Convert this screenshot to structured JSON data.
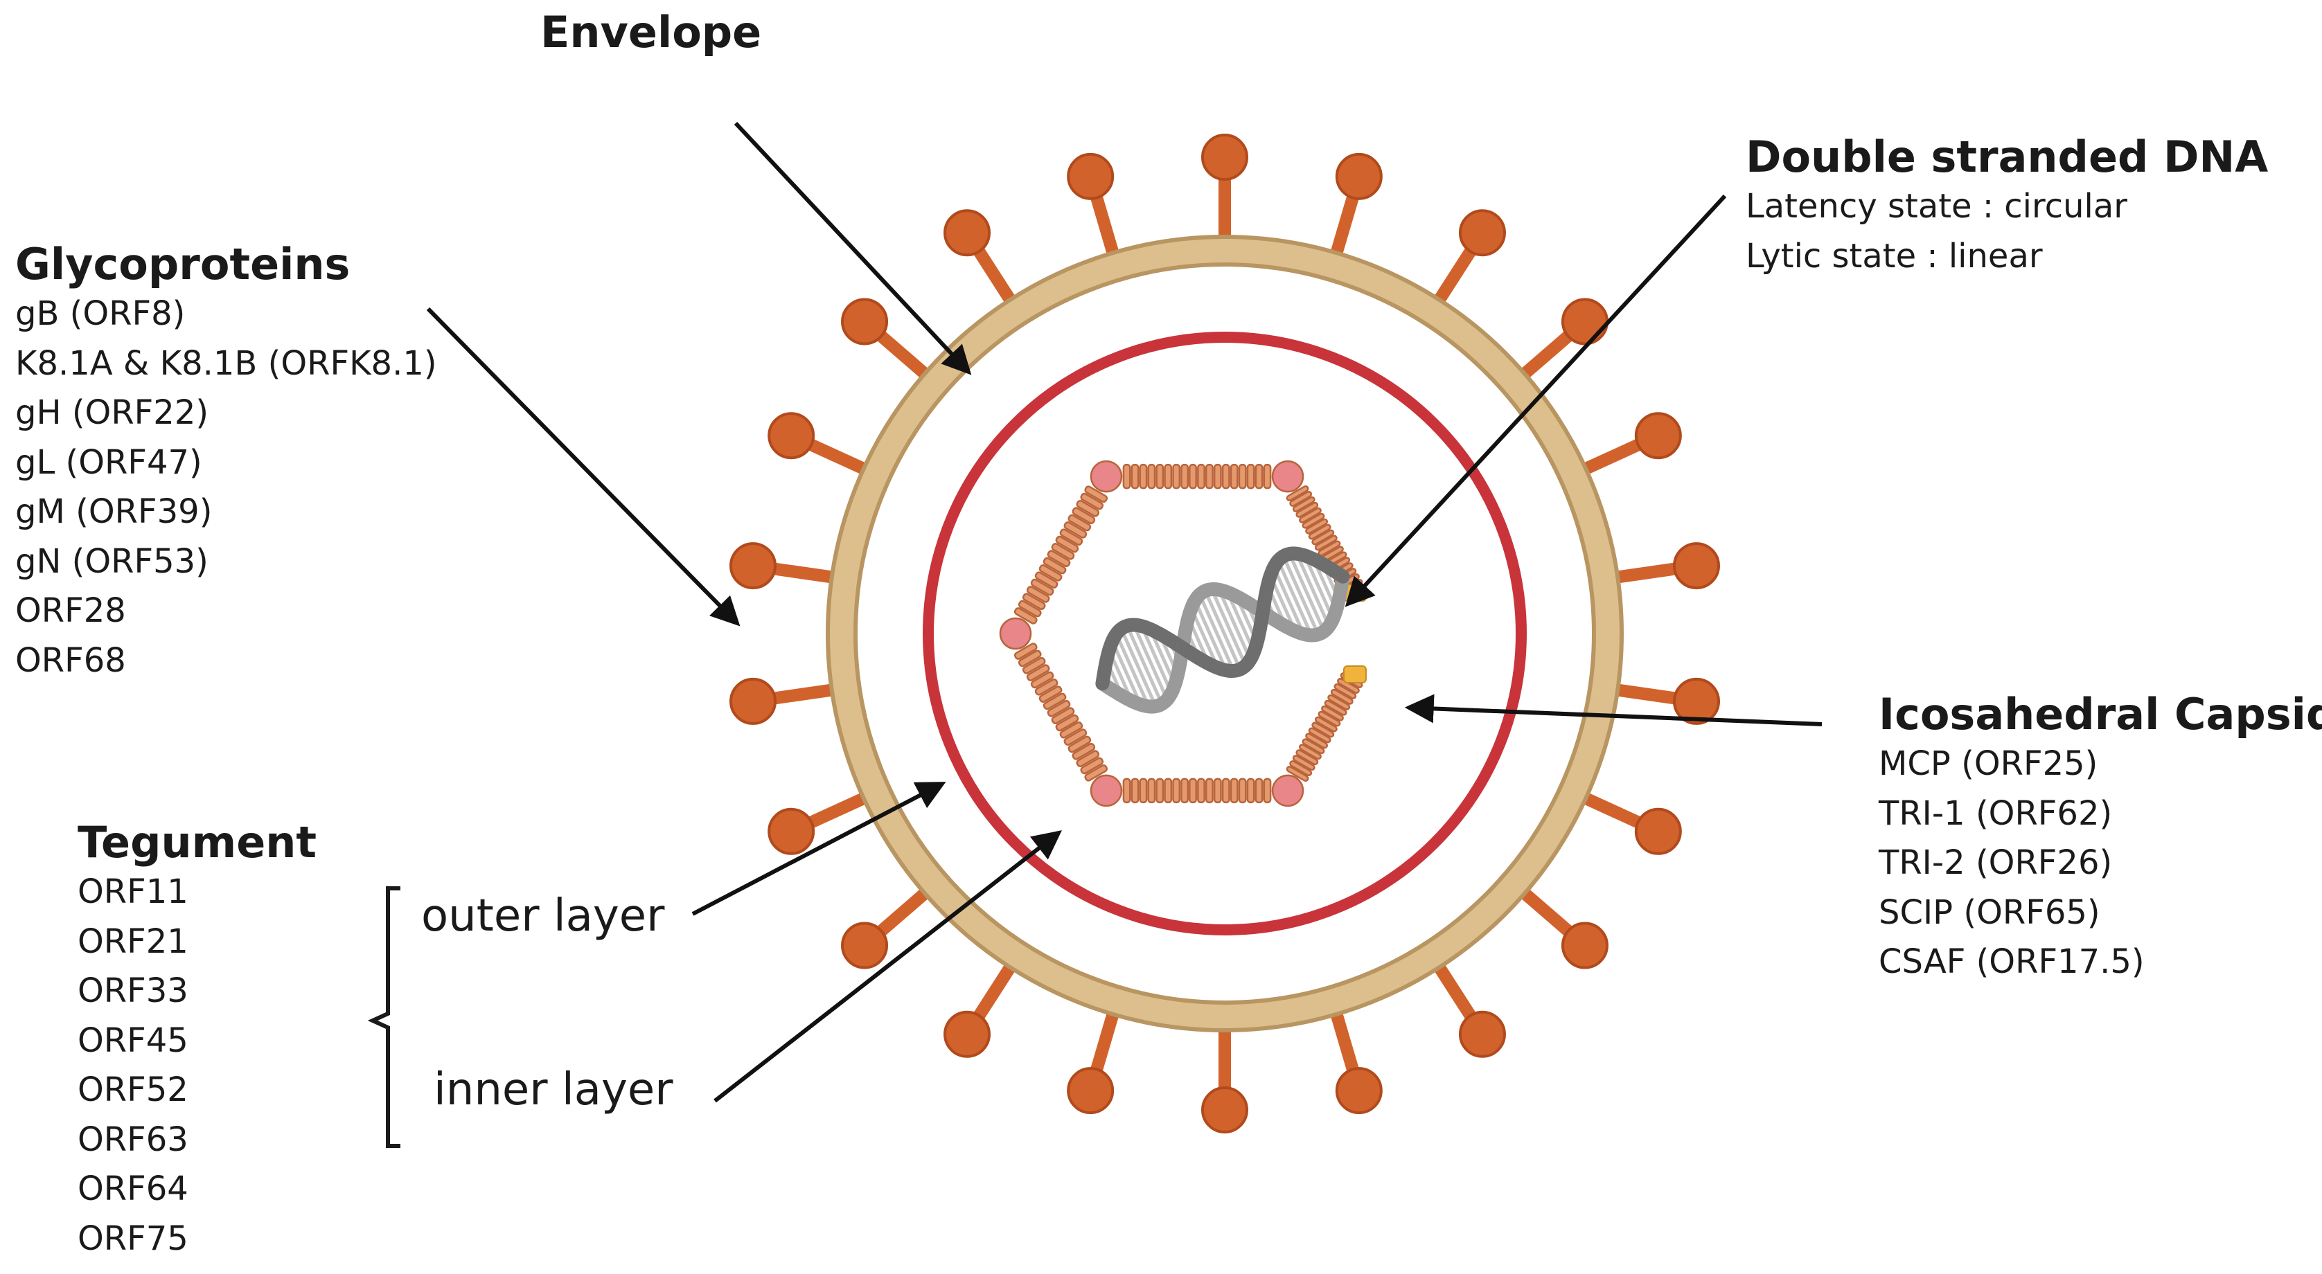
{
  "envelope": {
    "title": "Envelope"
  },
  "glycoproteins": {
    "title": "Glycoproteins",
    "items": [
      "gB (ORF8)",
      "K8.1A & K8.1B (ORFK8.1)",
      "gH (ORF22)",
      "gL (ORF47)",
      "gM (ORF39)",
      "gN (ORF53)",
      "ORF28",
      "ORF68"
    ]
  },
  "dna": {
    "title": "Double stranded DNA",
    "items": [
      "Latency state : circular",
      "Lytic state : linear"
    ]
  },
  "capsid": {
    "title": "Icosahedral Capsid",
    "items": [
      "MCP (ORF25)",
      "TRI-1 (ORF62)",
      "TRI-2 (ORF26)",
      "SCIP (ORF65)",
      "CSAF (ORF17.5)"
    ]
  },
  "tegument": {
    "title": "Tegument",
    "items": [
      "ORF11",
      "ORF21",
      "ORF33",
      "ORF45",
      "ORF52",
      "ORF63",
      "ORF64",
      "ORF75"
    ],
    "outer_layer": "outer layer",
    "inner_layer": "inner layer"
  },
  "colors": {
    "envelope_fill": "#ddbf8e",
    "envelope_stroke": "#b89561",
    "inner_circle": "#c8343a",
    "spike": "#d2622b",
    "spike_stroke": "#b14a1c",
    "capsid": "#e59a6e",
    "capsid_stroke": "#b8643c",
    "capsid_vertex": "#e8868a",
    "capsid_end": "#f0b43c",
    "dna": "#8c8c8c",
    "arrow": "#111111"
  }
}
